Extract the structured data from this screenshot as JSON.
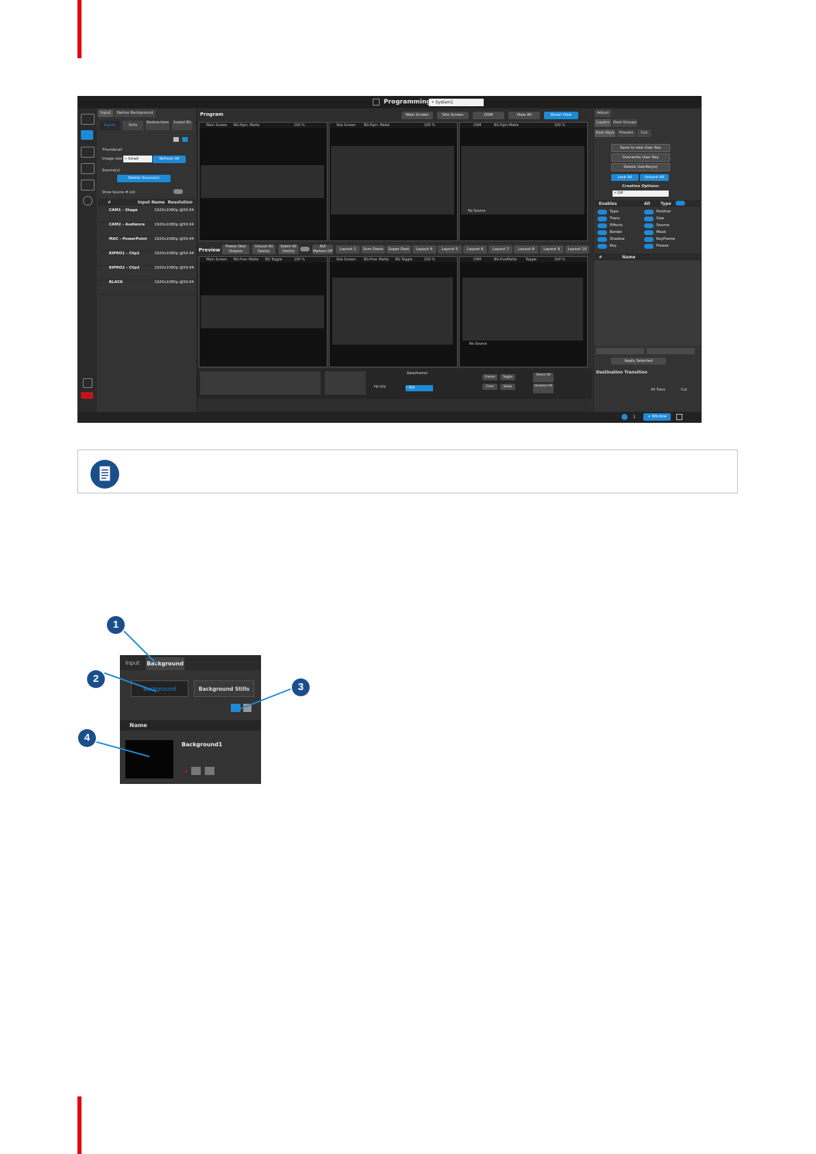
{
  "app": {
    "title": "Programming",
    "system": "• System1",
    "left": {
      "tabs": [
        "Input",
        "Native Background"
      ],
      "subtabs": [
        "Inputs",
        "Stills",
        "Destina-tions",
        "Scaled BG"
      ],
      "thumbnail_label": "Thumbnail",
      "image_size_label": "Image size",
      "image_size_value": "• Small",
      "refresh_all": "Refresh All",
      "sources_label": "Source(s)",
      "delete_sources": "Delete Source(s)",
      "show_source_list": "Show Source # List",
      "col_hash": "#",
      "col_name": "Input Name",
      "col_res": "Resolution",
      "rows": [
        {
          "name": "CAM1 - Stage",
          "res": "1920x1080p @59.94"
        },
        {
          "name": "CAM2 - Audience",
          "res": "1920x1080p @59.94"
        },
        {
          "name": "MAC - PowerPoint",
          "res": "1920x1080p @59.94"
        },
        {
          "name": "KIPRO1 - Clip1",
          "res": "1920x1080p @59.94"
        },
        {
          "name": "KIPRO2 - Clip2",
          "res": "1920x1080p @59.94"
        },
        {
          "name": "BLACK",
          "res": "1920x1080p @59.94"
        }
      ]
    },
    "center": {
      "program_label": "Program",
      "program_buttons": [
        "Main Screen",
        "Site Screen",
        "DSM",
        "View All",
        "Reset View"
      ],
      "program_panes": [
        {
          "name": "Main Screen",
          "bg": "BG-Pgm: Matte",
          "zoom": "100 %",
          "status": ""
        },
        {
          "name": "Site Screen",
          "bg": "BG-Pgm: Matte",
          "zoom": "100 %",
          "status": ""
        },
        {
          "name": "DSM",
          "bg": "BG-Pgm:Matte",
          "zoom": "100 %",
          "status": "No Source"
        }
      ],
      "preview_label": "Preview",
      "preview_buttons": [
        "Freeze Dest Outputs",
        "UnLock All Dest(s)",
        "Select All Dest(s)",
        "AOI Markers Off"
      ],
      "layouts": [
        "Layout 1",
        "Scrn Dests",
        "Super Dest",
        "Layout 4",
        "Layout 5",
        "Layout 6",
        "Layout 7",
        "Layout 8",
        "Layout 9",
        "Layout 10"
      ],
      "preview_panes": [
        {
          "name": "Main Screen",
          "bg": "BG-Pvw: Matte",
          "toggle": "BG Toggle",
          "zoom": "100 %",
          "status": ""
        },
        {
          "name": "Site Screen",
          "bg": "BG-Pvw: Matte",
          "toggle": "BG Toggle",
          "zoom": "100 %",
          "status": ""
        },
        {
          "name": "DSM",
          "bg": "BG-PvwMatte",
          "toggle": "Toggle",
          "zoom": "100 %",
          "status": "No Source"
        }
      ],
      "rate_label": "Rate(frame)",
      "fill_hv": "Fill H/V",
      "na": "• N/A",
      "toolbar": [
        "Freeze",
        "Toggle",
        "Clear",
        "Swap",
        "Select All",
        "Unselect All"
      ]
    },
    "right": {
      "tabs": [
        "Adjust",
        "Layers",
        "Dest Groups"
      ],
      "subtabs": [
        "User Keys",
        "Presets",
        "Cut"
      ],
      "buttons": [
        "Save to new User Key",
        "Overwrite User Key",
        "Delete UserKey(s)"
      ],
      "lock_all": "Lock All",
      "unlock_all": "UnLock All",
      "creation_options": "Creation Options:",
      "creation_value": "• Off",
      "enable_hdr": [
        "Enables",
        "All",
        "Type"
      ],
      "toggles_left": [
        "Type",
        "Trans",
        "Effects",
        "Border",
        "Shadow",
        "Key"
      ],
      "toggles_right": [
        "Position",
        "Size",
        "Source",
        "Mask",
        "KeyFrame",
        "Freeze"
      ],
      "name_col": [
        "#",
        "Name"
      ],
      "apply_selected": "Apply Selected",
      "dest_transition": "Destination Transition",
      "all_trans": "All Trans",
      "cut": "Cut"
    },
    "status": {
      "window": "+ Window",
      "count": "1"
    }
  },
  "inset": {
    "tabs": [
      "Input",
      "Background"
    ],
    "subtabs": [
      "Background",
      "Background Stills"
    ],
    "name_col": "Name",
    "item": "Background1",
    "callouts": [
      "1",
      "2",
      "3",
      "4"
    ]
  },
  "colors": {
    "accent": "#1e8ad6",
    "callout": "#1b4f8c",
    "brand_bar": "#e30613"
  }
}
